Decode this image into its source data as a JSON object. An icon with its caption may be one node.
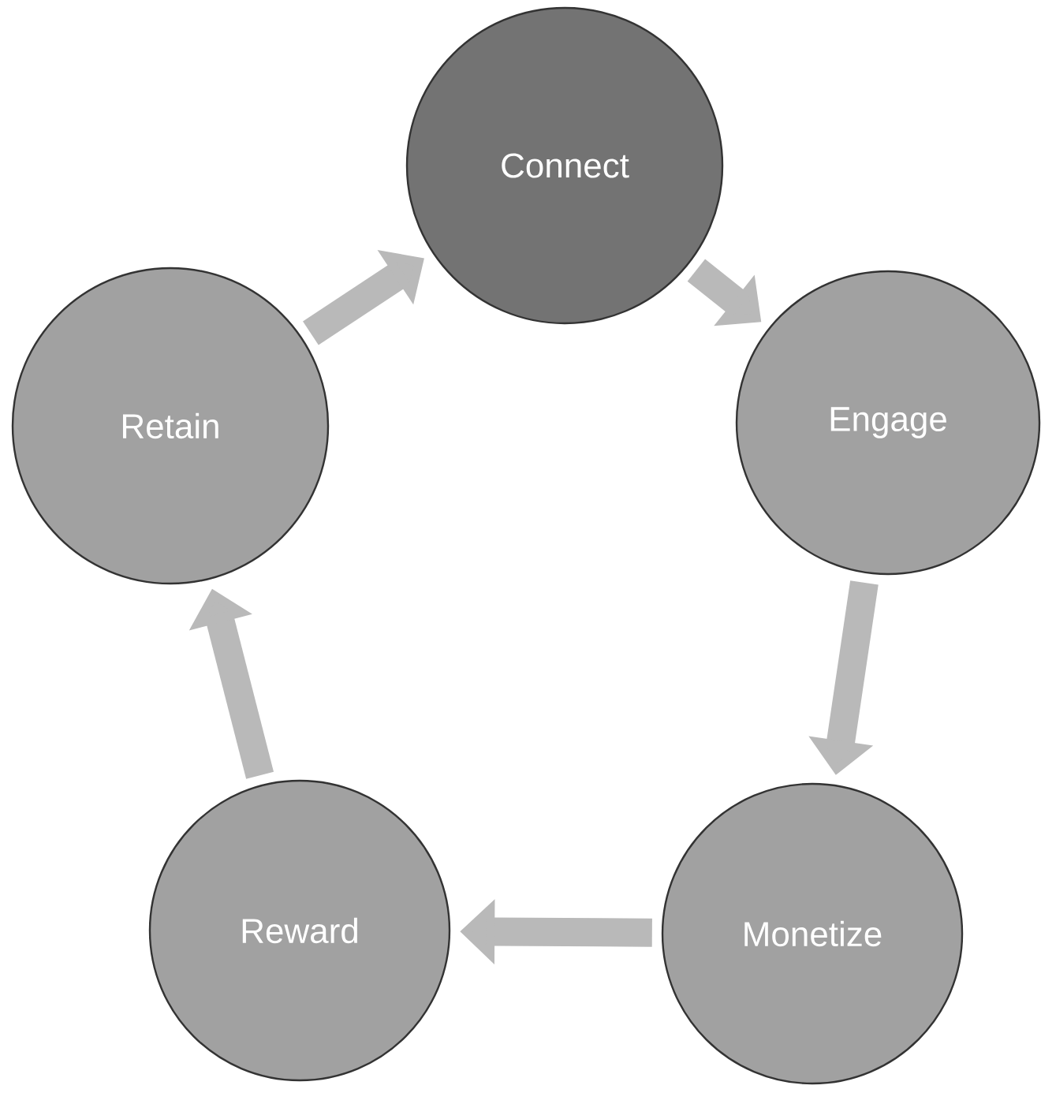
{
  "diagram": {
    "nodes": [
      {
        "text": [
          "Connect"
        ]
      },
      {
        "text": [
          "Engage"
        ]
      },
      {
        "text": [
          "Monetize"
        ]
      },
      {
        "text": [
          "Reward"
        ]
      },
      {
        "text": [
          "Retain"
        ]
      }
    ],
    "edges": [
      {
        "from": 0,
        "to": 1,
        "arrow": "to"
      },
      {
        "from": 1,
        "to": 2,
        "arrow": "to"
      },
      {
        "from": 2,
        "to": 3,
        "arrow": "to"
      },
      {
        "from": 3,
        "to": 4,
        "arrow": "to"
      },
      {
        "from": 4,
        "to": 0,
        "arrow": "to"
      }
    ]
  }
}
